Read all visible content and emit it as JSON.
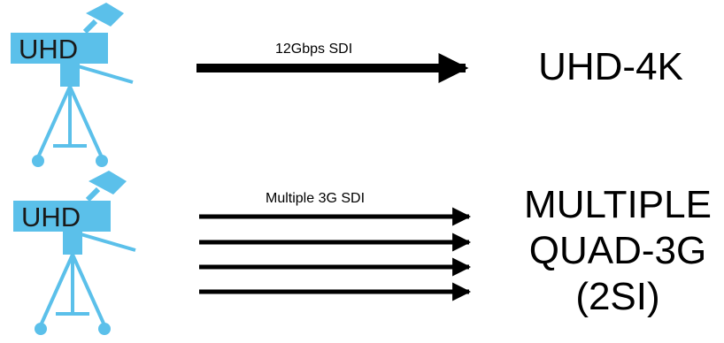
{
  "colors": {
    "camera": "#5bc0ea",
    "arrow": "#000000",
    "text": "#000000"
  },
  "rows": [
    {
      "camera_label": "UHD",
      "link_label": "12Gbps SDI",
      "arrow_count": 1,
      "output_lines": [
        "UHD-4K"
      ]
    },
    {
      "camera_label": "UHD",
      "link_label": "Multiple 3G SDI",
      "arrow_count": 4,
      "output_lines": [
        "MULTIPLE",
        "QUAD-3G",
        "(2SI)"
      ]
    }
  ]
}
